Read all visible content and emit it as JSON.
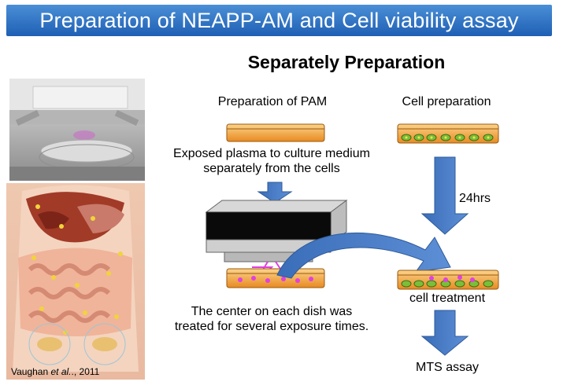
{
  "banner": {
    "title": "Preparation of NEAPP-AM and Cell viability assay"
  },
  "section": {
    "title": "Separately Preparation"
  },
  "left_column": {
    "heading": "Preparation of PAM",
    "step1": [
      "Exposed plasma to culture medium",
      "separately from the cells"
    ],
    "note": [
      "The center on each dish was",
      "treated for several exposure times."
    ]
  },
  "right_column": {
    "heading": "Cell preparation",
    "incubation": "24hrs",
    "treatment": "cell treatment",
    "assay": "MTS assay"
  },
  "citation": {
    "author": "Vaughan ",
    "etal": "et al.",
    "year": "., 2011"
  },
  "colors": {
    "banner": "#2a6cc4",
    "arrow": "#4a7fc8",
    "dish": "#f0a040",
    "plasma": "#e040e0",
    "cells": "#7abf3a"
  }
}
